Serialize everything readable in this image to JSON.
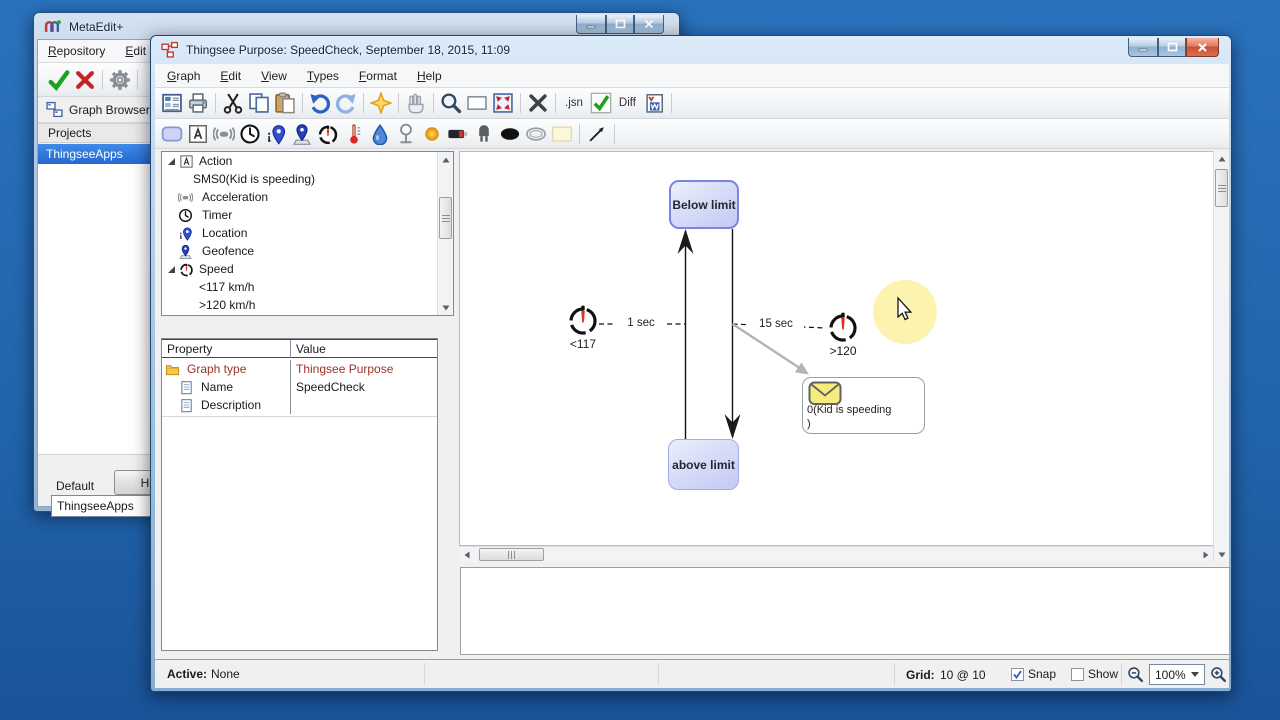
{
  "meta_window": {
    "title": "MetaEdit+",
    "menu": [
      "Repository",
      "Edit"
    ],
    "graph_browser_label": "Graph Browser",
    "projects_header": "Projects",
    "selected_project": "ThingseeApps",
    "help_button": "Help",
    "default_label": "Default",
    "default_value": "ThingseeApps"
  },
  "editor_window": {
    "title": "Thingsee Purpose: SpeedCheck, September 18, 2015, 11:09",
    "menu": [
      "Graph",
      "Edit",
      "View",
      "Types",
      "Format",
      "Help"
    ],
    "toolbar": {
      "jsn_label": ".jsn",
      "diff_label": "Diff"
    },
    "tree": {
      "items": [
        {
          "icon": "action-icon",
          "label": "Action",
          "level": 0,
          "expanded": true
        },
        {
          "icon": "",
          "label": "SMS0(Kid is speeding)",
          "level": 1
        },
        {
          "icon": "acceleration-icon",
          "label": "Acceleration",
          "level": 0
        },
        {
          "icon": "timer-icon",
          "label": "Timer",
          "level": 0
        },
        {
          "icon": "location-icon",
          "label": "Location",
          "level": 0
        },
        {
          "icon": "geofence-icon",
          "label": "Geofence",
          "level": 0
        },
        {
          "icon": "speed-icon",
          "label": "Speed",
          "level": 0,
          "expanded": true
        },
        {
          "icon": "",
          "label": "<117 km/h",
          "level": 1
        },
        {
          "icon": "",
          "label": ">120  km/h",
          "level": 1
        }
      ]
    },
    "properties": {
      "headers": [
        "Property",
        "Value"
      ],
      "rows": [
        {
          "icon": "folder-icon",
          "property": "Graph type",
          "value": "Thingsee Purpose",
          "highlight": true
        },
        {
          "icon": "document-icon",
          "property": "Name",
          "value": "SpeedCheck",
          "highlight": false
        },
        {
          "icon": "document-icon",
          "property": "Description",
          "value": "",
          "highlight": false
        }
      ]
    },
    "canvas": {
      "states": [
        {
          "label": "Below limit"
        },
        {
          "label": "above limit"
        }
      ],
      "gauges": [
        {
          "label": "<117"
        },
        {
          "label": ">120"
        }
      ],
      "transitions": [
        {
          "label": "1 sec"
        },
        {
          "label": "15 sec"
        }
      ],
      "message": {
        "line1": "0(Kid is speeding",
        "line2": ")"
      }
    },
    "statusbar": {
      "active_label": "Active:",
      "active_value": "None",
      "grid_label": "Grid:",
      "grid_value": "10 @ 10",
      "snap_label": "Snap",
      "snap_checked": true,
      "show_label": "Show",
      "show_checked": false,
      "zoom_value": "100%"
    }
  },
  "colors": {
    "desktop_blue": "#2166AC",
    "selection_blue": "#2E78DD",
    "property_red": "#9B3328",
    "state_border": "#7B84DE",
    "state_fill": "#CDD3F6",
    "highlight_yellow": "#FBF3AE"
  }
}
